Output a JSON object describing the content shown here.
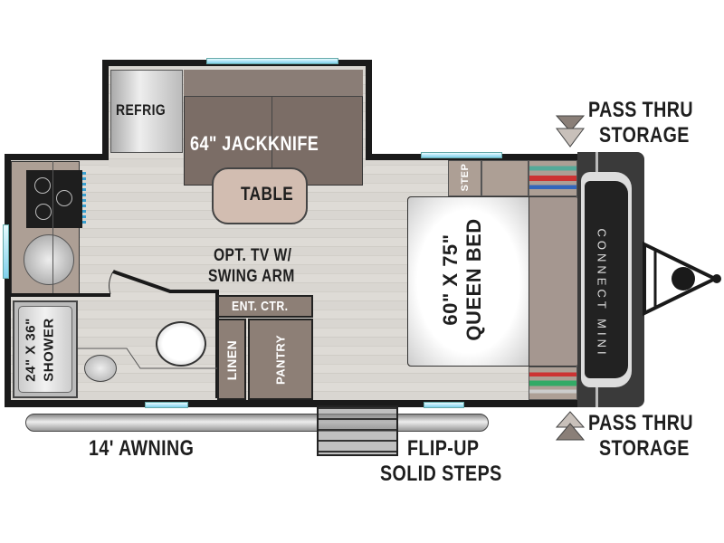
{
  "labels": {
    "refrig": "REFRIG",
    "jackknife": "64\" JACKKNIFE",
    "table": "TABLE",
    "tv_line1": "OPT. TV W/",
    "tv_line2": "SWING ARM",
    "ent_ctr": "ENT. CTR.",
    "linen": "LINEN",
    "pantry": "PANTRY",
    "shower_line1": "24\" X 36\"",
    "shower_line2": "SHOWER",
    "step": "STEP",
    "bed_line1": "60\" X 75\"",
    "bed_line2": "QUEEN BED",
    "pass_thru_top_line1": "PASS THRU",
    "pass_thru_top_line2": "STORAGE",
    "pass_thru_bottom_line1": "PASS THRU",
    "pass_thru_bottom_line2": "STORAGE",
    "awning": "14' AWNING",
    "steps_line1": "FLIP-UP",
    "steps_line2": "SOLID STEPS",
    "logo": "CONNECT MINI"
  },
  "colors": {
    "wall": "#1a1a1a",
    "furniture_dark": "#7b6d66",
    "furniture_light": "#ad9f95",
    "window": "#7fd0ec"
  }
}
